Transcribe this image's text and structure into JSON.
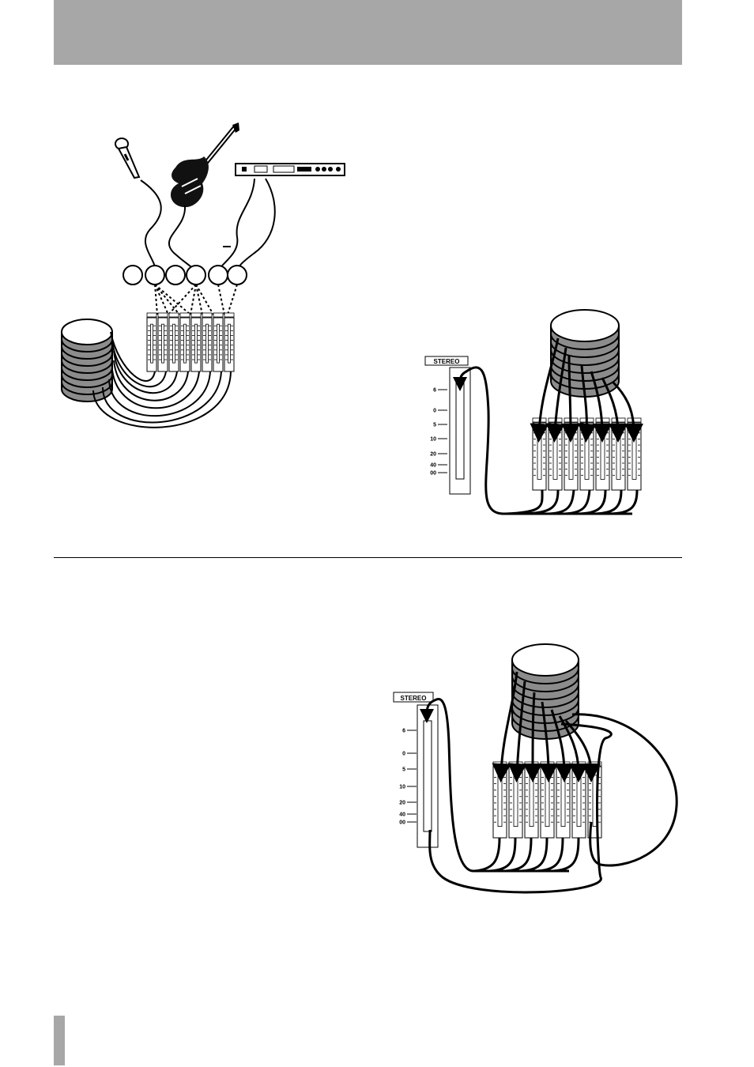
{
  "colors": {
    "header_bar": "#a7a7a7",
    "tape_stack": "#8c8c8c",
    "ink": "#000000"
  },
  "stereo_label": "STEREO",
  "meter_scale": [
    "6",
    "0",
    "5",
    "10",
    "20",
    "40",
    "00"
  ],
  "diagrams": [
    {
      "name": "recording-setup",
      "sources": [
        "microphone",
        "bass-guitar",
        "effects-rack"
      ],
      "input_count": 6,
      "channel_count": 7
    },
    {
      "name": "mixdown",
      "channel_count": 7
    },
    {
      "name": "bounce",
      "channel_count": 7
    }
  ]
}
